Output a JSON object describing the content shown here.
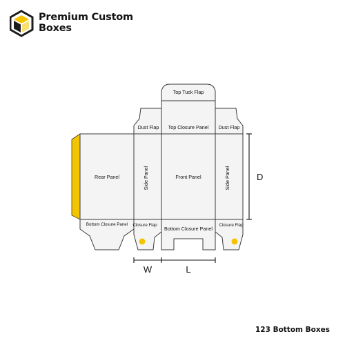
{
  "brand": {
    "line1": "Premium Custom",
    "line2": "Boxes",
    "accent": "#f5c400",
    "logo_icon": "box-hexagon-icon"
  },
  "panels": {
    "top_tuck_flap": "Top Tuck Flap",
    "dust_flap_left": "Dust Flap",
    "dust_flap_right": "Dust Flap",
    "top_closure_panel": "Top Closure Panel",
    "rear_panel": "Rear Panel",
    "side_panel_left": "Side Panel",
    "front_panel": "Front Panel",
    "side_panel_right": "Side Panel",
    "bottom_closure_panel_left": "Bottom Closure Panel",
    "closure_flap_left": "Closure Flap",
    "bottom_closure_panel_center": "Bottom Closure Panel",
    "closure_flap_right": "Closure Flap"
  },
  "dimensions": {
    "width": "W",
    "length": "L",
    "depth": "D"
  },
  "colors": {
    "glue_strip": "#f5c400",
    "panel_fill": "#f4f4f4",
    "outline": "#3a3a3a"
  },
  "caption": "123 Bottom Boxes"
}
